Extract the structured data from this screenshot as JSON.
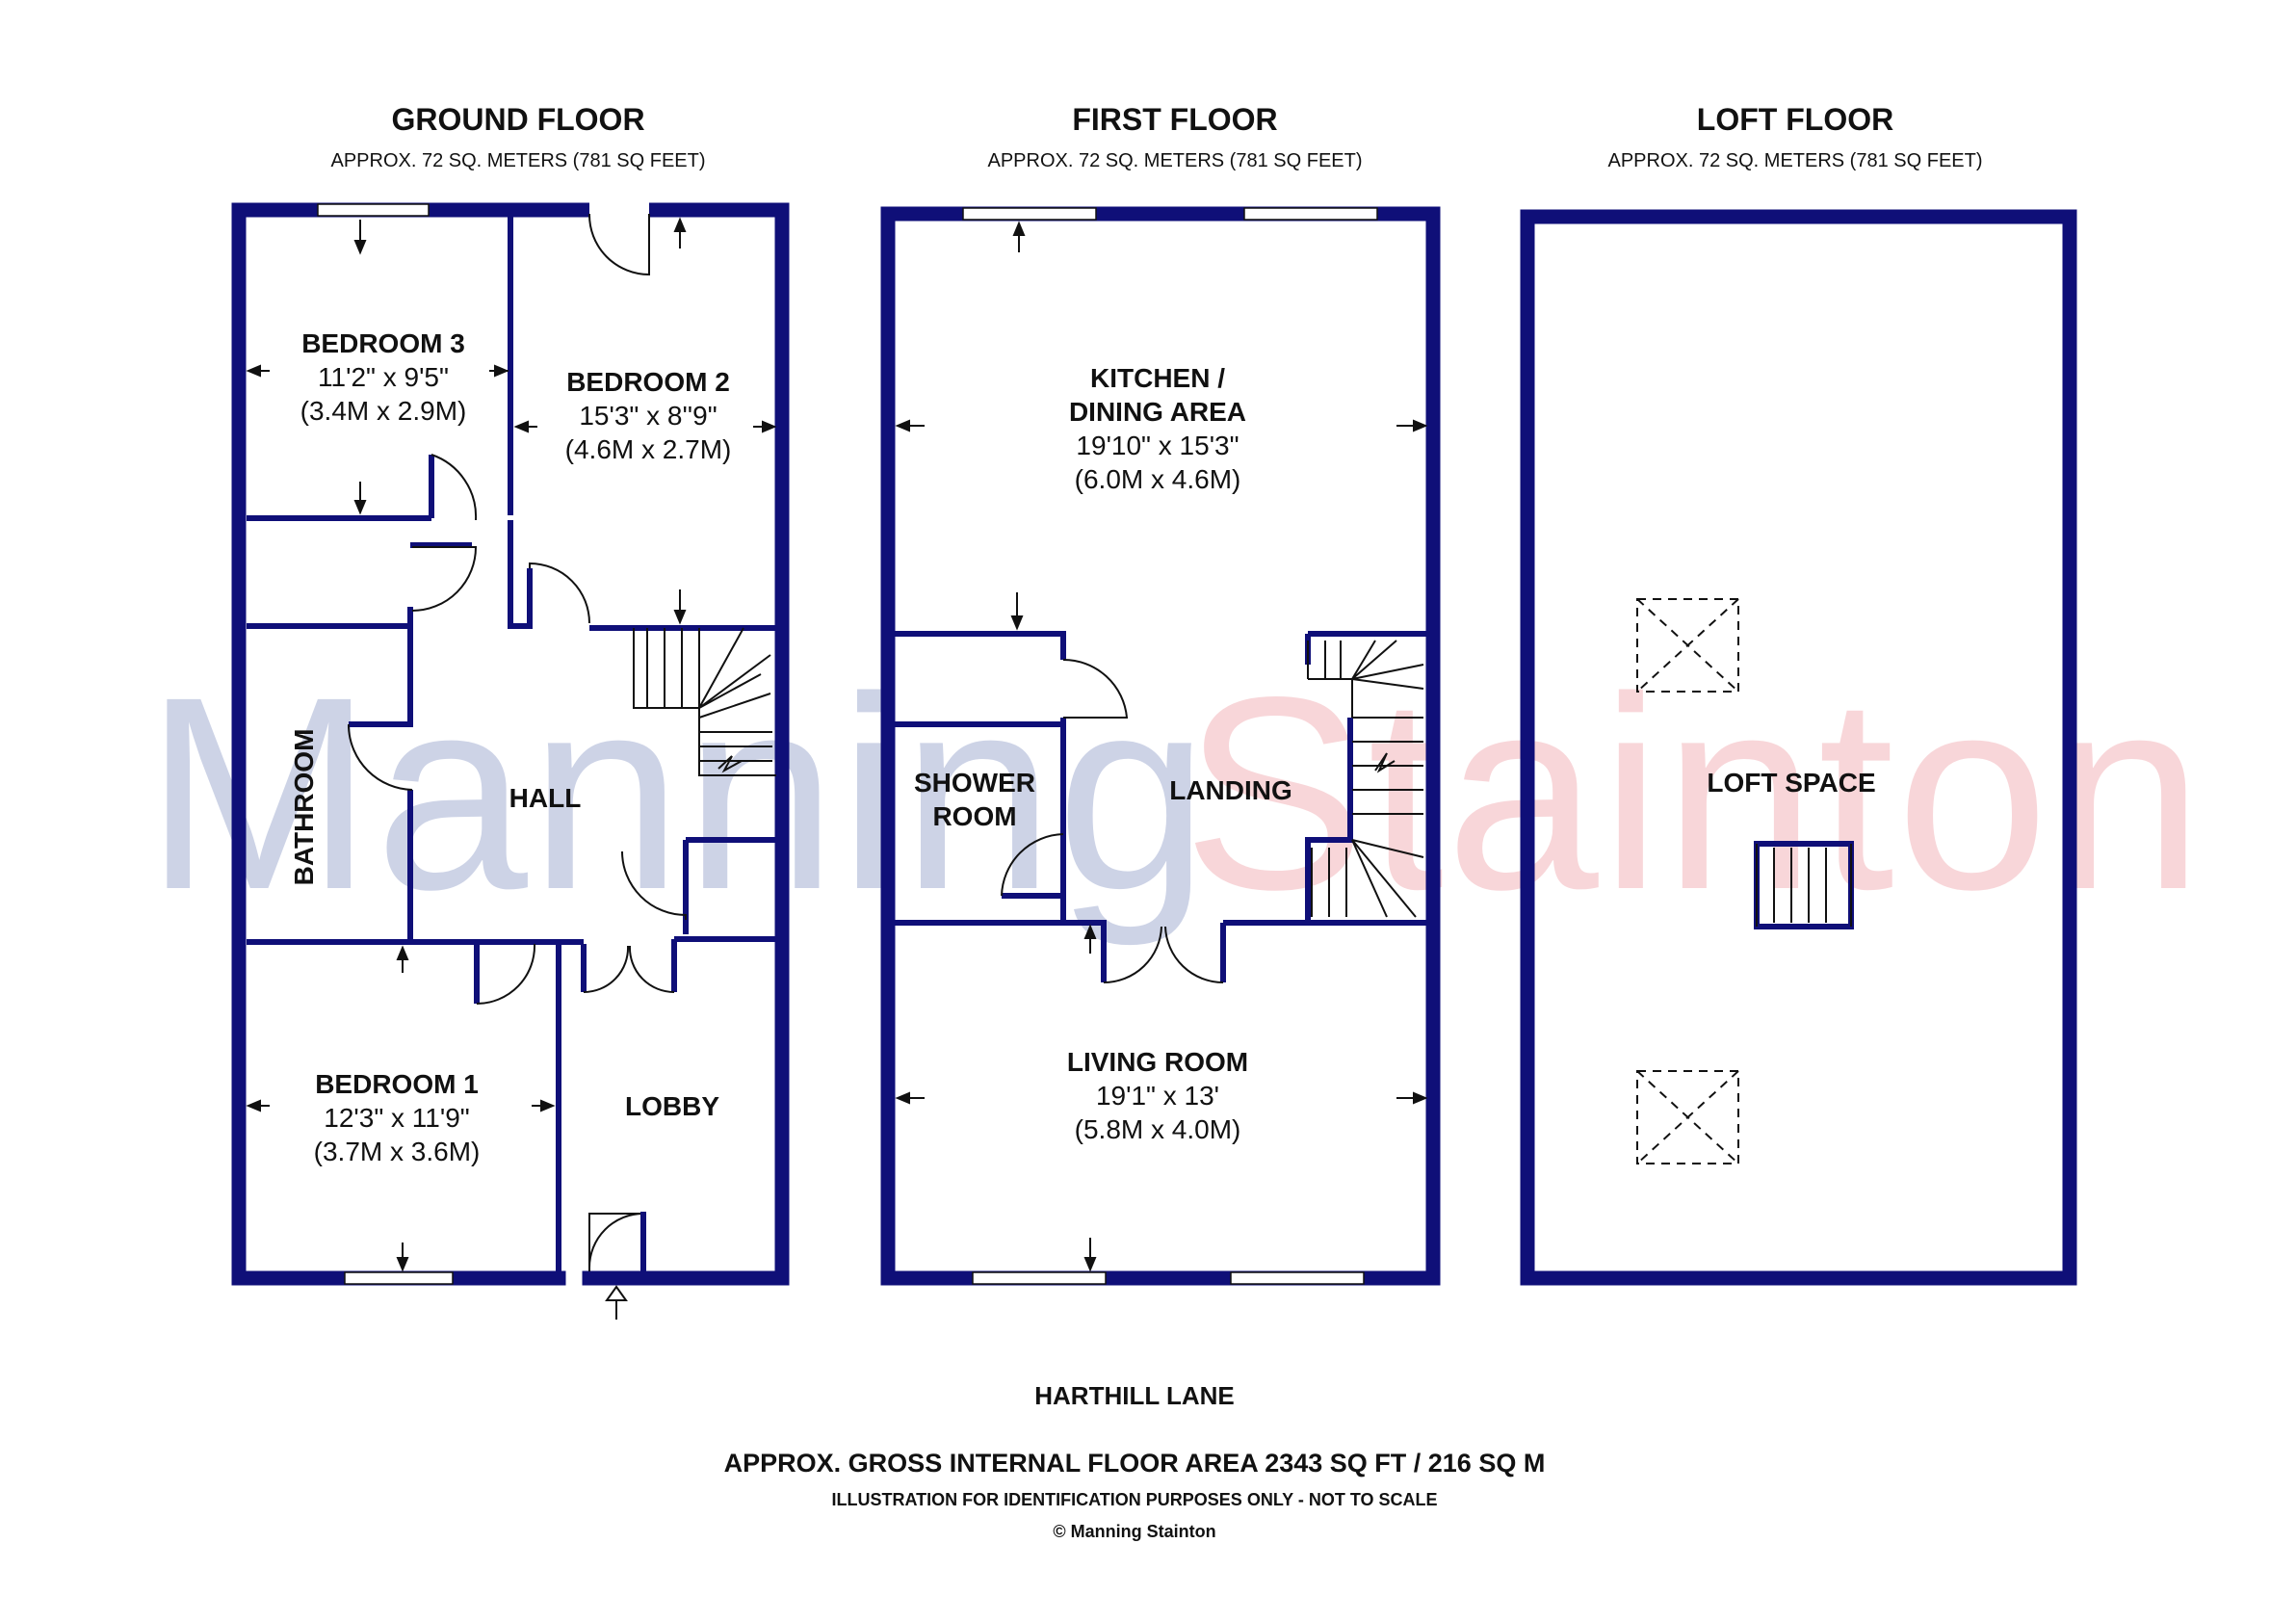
{
  "watermark": {
    "part1": "Manning",
    "part2": "Stainton",
    "color1": "#1f3b93",
    "color2": "#e04a55"
  },
  "floors": {
    "ground": {
      "title": "GROUND FLOOR",
      "area": "APPROX. 72 SQ. METERS (781 SQ FEET)"
    },
    "first": {
      "title": "FIRST FLOOR",
      "area": "APPROX. 72 SQ. METERS (781 SQ FEET)"
    },
    "loft": {
      "title": "LOFT FLOOR",
      "area": "APPROX. 72 SQ. METERS (781 SQ FEET)"
    }
  },
  "rooms": {
    "bedroom3": {
      "name": "BEDROOM 3",
      "imperial": "11'2\" x 9'5\"",
      "metric": "(3.4M x 2.9M)"
    },
    "bedroom2": {
      "name": "BEDROOM 2",
      "imperial": "15'3\" x 8''9\"",
      "metric": "(4.6M x 2.7M)"
    },
    "bathroom": {
      "name": "BATHROOM"
    },
    "hall": {
      "name": "HALL"
    },
    "bedroom1": {
      "name": "BEDROOM 1",
      "imperial": "12'3\" x 11'9\"",
      "metric": "(3.7M x 3.6M)"
    },
    "lobby": {
      "name": "LOBBY"
    },
    "kitchen": {
      "name_line1": "KITCHEN /",
      "name_line2": "DINING AREA",
      "imperial": "19'10\" x 15'3\"",
      "metric": "(6.0M x 4.6M)"
    },
    "shower": {
      "name_line1": "SHOWER",
      "name_line2": "ROOM"
    },
    "landing": {
      "name": "LANDING"
    },
    "living": {
      "name": "LIVING ROOM",
      "imperial": "19'1\" x 13'",
      "metric": "(5.8M x 4.0M)"
    },
    "loft": {
      "name": "LOFT SPACE"
    }
  },
  "footer": {
    "address": "HARTHILL LANE",
    "gross_area": "APPROX. GROSS INTERNAL FLOOR AREA 2343 SQ FT / 216 SQ M",
    "disclaimer": "ILLUSTRATION FOR IDENTIFICATION PURPOSES ONLY - NOT TO SCALE",
    "copyright": "© Manning Stainton"
  }
}
